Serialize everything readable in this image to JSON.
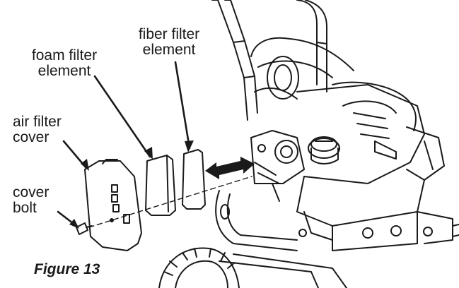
{
  "labels": {
    "fiber_filter": {
      "line1": "fiber filter",
      "line2": "element"
    },
    "foam_filter": {
      "line1": "foam filter",
      "line2": "element"
    },
    "air_filter_cover": {
      "line1": "air filter",
      "line2": "cover"
    },
    "cover_bolt": {
      "line1": "cover",
      "line2": "bolt"
    }
  },
  "caption": "Figure 13",
  "colors": {
    "ink": "#1a1a1a",
    "paper": "#ffffff"
  }
}
